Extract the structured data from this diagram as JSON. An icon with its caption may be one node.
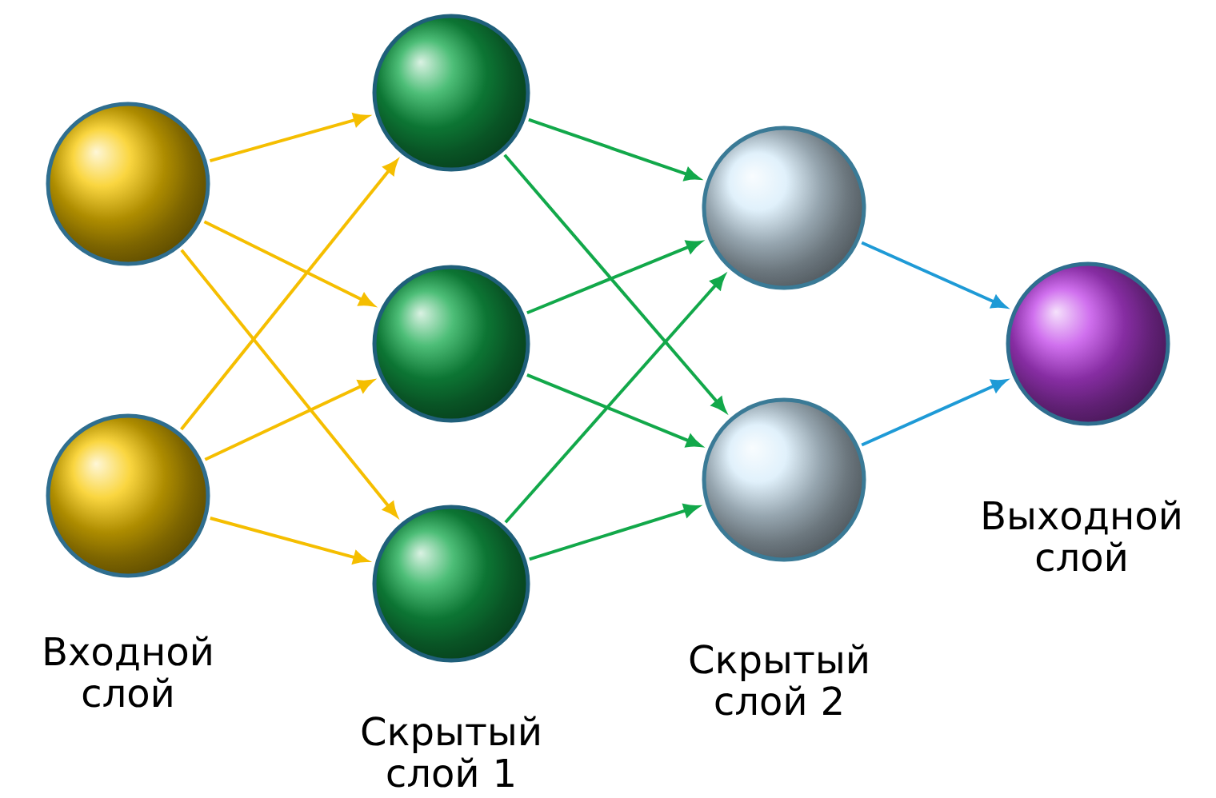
{
  "diagram": {
    "nodes": [
      {
        "text": [],
        "shape": "circle"
      },
      {
        "text": [],
        "shape": "circle"
      },
      {
        "text": [],
        "shape": "circle"
      },
      {
        "text": [],
        "shape": "circle"
      },
      {
        "text": [],
        "shape": "circle"
      },
      {
        "text": [],
        "shape": "circle"
      },
      {
        "text": [],
        "shape": "circle"
      },
      {
        "text": [],
        "shape": "circle"
      }
    ],
    "edges": [
      {
        "from": 0,
        "to": 2,
        "arrow": "to",
        "color": "#f5be00"
      },
      {
        "from": 0,
        "to": 3,
        "arrow": "to",
        "color": "#f5be00"
      },
      {
        "from": 0,
        "to": 4,
        "arrow": "to",
        "color": "#f5be00"
      },
      {
        "from": 1,
        "to": 2,
        "arrow": "to",
        "color": "#f5be00"
      },
      {
        "from": 1,
        "to": 3,
        "arrow": "to",
        "color": "#f5be00"
      },
      {
        "from": 1,
        "to": 4,
        "arrow": "to",
        "color": "#f5be00"
      },
      {
        "from": 2,
        "to": 5,
        "arrow": "to",
        "color": "#12a84a"
      },
      {
        "from": 2,
        "to": 6,
        "arrow": "to",
        "color": "#12a84a"
      },
      {
        "from": 3,
        "to": 5,
        "arrow": "to",
        "color": "#12a84a"
      },
      {
        "from": 3,
        "to": 6,
        "arrow": "to",
        "color": "#12a84a"
      },
      {
        "from": 4,
        "to": 5,
        "arrow": "to",
        "color": "#12a84a"
      },
      {
        "from": 4,
        "to": 6,
        "arrow": "to",
        "color": "#12a84a"
      },
      {
        "from": 5,
        "to": 7,
        "arrow": "to",
        "color": "#1e9ad6"
      },
      {
        "from": 6,
        "to": 7,
        "arrow": "to",
        "color": "#1e9ad6"
      }
    ],
    "labels": [
      "Входной слой",
      "Скрытый слой 1",
      "Скрытый слой 2",
      "Выходной слой"
    ]
  }
}
